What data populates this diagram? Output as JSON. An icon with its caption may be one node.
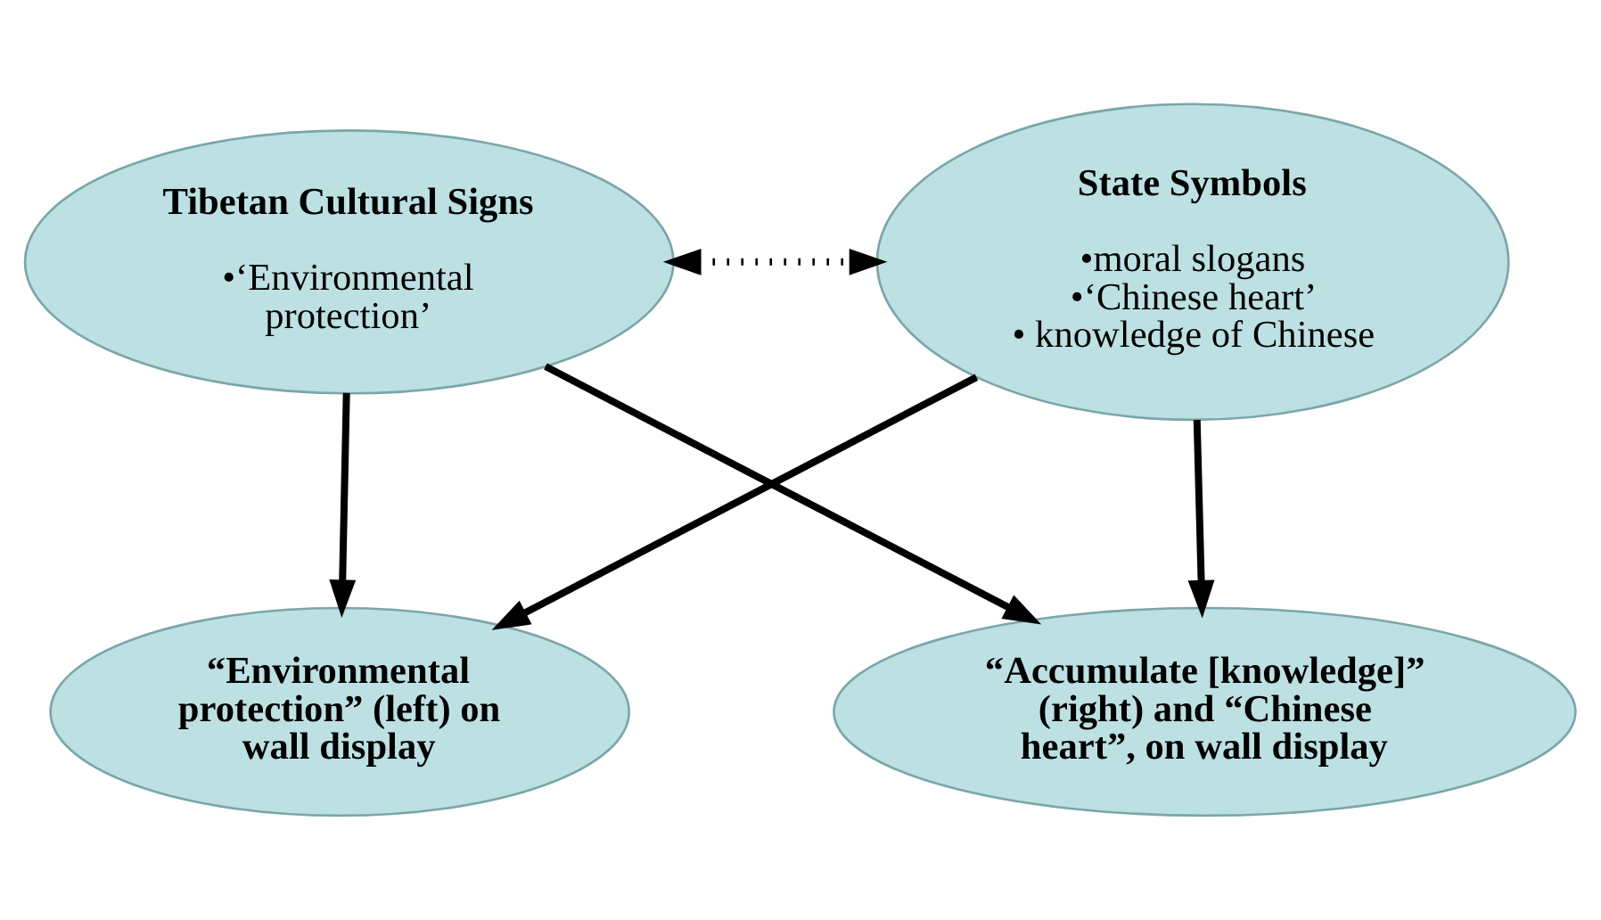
{
  "diagram": {
    "nodes": [
      {
        "text": [
          "Tibetan Cultural Signs",
          "•‘Environmental protection’"
        ]
      },
      {
        "text": [
          "State Symbols",
          "•moral slogans",
          "•‘Chinese heart’",
          "• knowledge of Chinese"
        ]
      },
      {
        "text": [
          "“Environmental protection” (left) on wall display"
        ]
      },
      {
        "text": [
          "“Accumulate [knowledge]” (right) and “Chinese heart”, on wall display"
        ]
      }
    ],
    "edges": [
      {
        "from": 0,
        "to": 1,
        "arrow": "both",
        "style": "dashed"
      },
      {
        "from": 0,
        "to": 2,
        "arrow": "to"
      },
      {
        "from": 0,
        "to": 3,
        "arrow": "to"
      },
      {
        "from": 1,
        "to": 2,
        "arrow": "to"
      },
      {
        "from": 1,
        "to": 3,
        "arrow": "to"
      }
    ]
  }
}
